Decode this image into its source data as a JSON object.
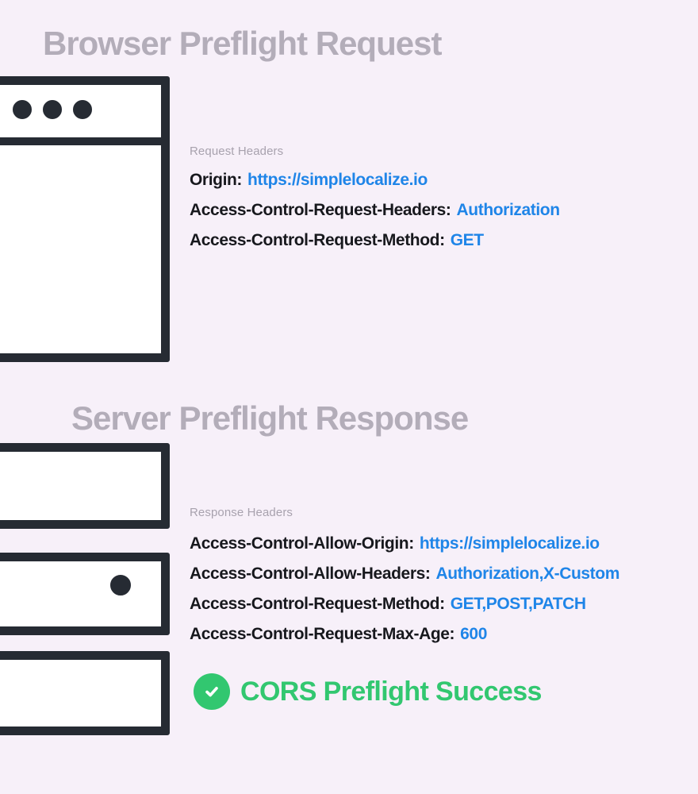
{
  "request": {
    "title": "Browser Preflight Request",
    "headers_label": "Request Headers",
    "headers": [
      {
        "key": "Origin:",
        "value": "https://simplelocalize.io"
      },
      {
        "key": "Access-Control-Request-Headers:",
        "value": "Authorization"
      },
      {
        "key": "Access-Control-Request-Method:",
        "value": "GET"
      }
    ]
  },
  "response": {
    "title": "Server Preflight Response",
    "headers_label": "Response Headers",
    "headers": [
      {
        "key": "Access-Control-Allow-Origin:",
        "value": "https://simplelocalize.io"
      },
      {
        "key": "Access-Control-Allow-Headers:",
        "value": "Authorization,X-Custom"
      },
      {
        "key": "Access-Control-Request-Method:",
        "value": "GET,POST,PATCH"
      },
      {
        "key": "Access-Control-Request-Max-Age:",
        "value": "600"
      }
    ],
    "status": {
      "icon": "check-circle-icon",
      "label": "CORS Preflight Success"
    }
  },
  "colors": {
    "background": "#f7f0f9",
    "ink": "#262b33",
    "muted_title": "#b3adb9",
    "muted_label": "#a8a2ae",
    "text_dark": "#17181d",
    "link_blue": "#1f85e8",
    "success_green": "#32c770"
  }
}
